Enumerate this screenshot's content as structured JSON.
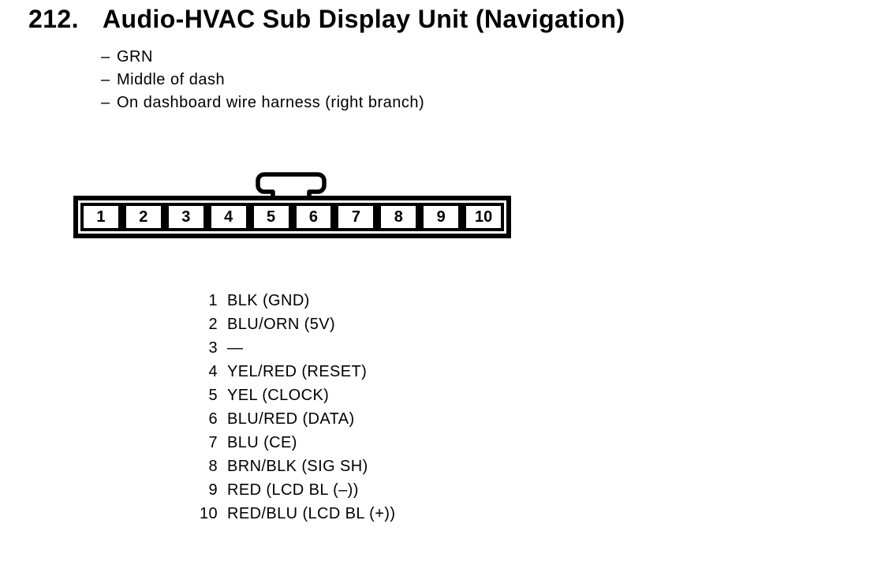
{
  "page": {
    "background": "#ffffff",
    "text_color": "#000000"
  },
  "title": {
    "number": "212.",
    "text": "Audio-HVAC Sub Display Unit (Navigation)"
  },
  "notes": {
    "bullet": "–",
    "items": [
      "GRN",
      "Middle of dash",
      "On dashboard wire harness (right branch)"
    ]
  },
  "connector": {
    "description": "10-pin connector, front view, latch tab on top between pins 5 and 6",
    "pins": [
      "1",
      "2",
      "3",
      "4",
      "5",
      "6",
      "7",
      "8",
      "9",
      "10"
    ]
  },
  "pinout": {
    "rows": [
      {
        "pin": "1",
        "label": "BLK (GND)"
      },
      {
        "pin": "2",
        "label": "BLU/ORN (5V)"
      },
      {
        "pin": "3",
        "label": "—"
      },
      {
        "pin": "4",
        "label": "YEL/RED (RESET)"
      },
      {
        "pin": "5",
        "label": "YEL (CLOCK)"
      },
      {
        "pin": "6",
        "label": "BLU/RED (DATA)"
      },
      {
        "pin": "7",
        "label": "BLU (CE)"
      },
      {
        "pin": "8",
        "label": "BRN/BLK (SIG SH)"
      },
      {
        "pin": "9",
        "label": "RED (LCD BL (–))"
      },
      {
        "pin": "10",
        "label": "RED/BLU (LCD BL (+))"
      }
    ]
  }
}
